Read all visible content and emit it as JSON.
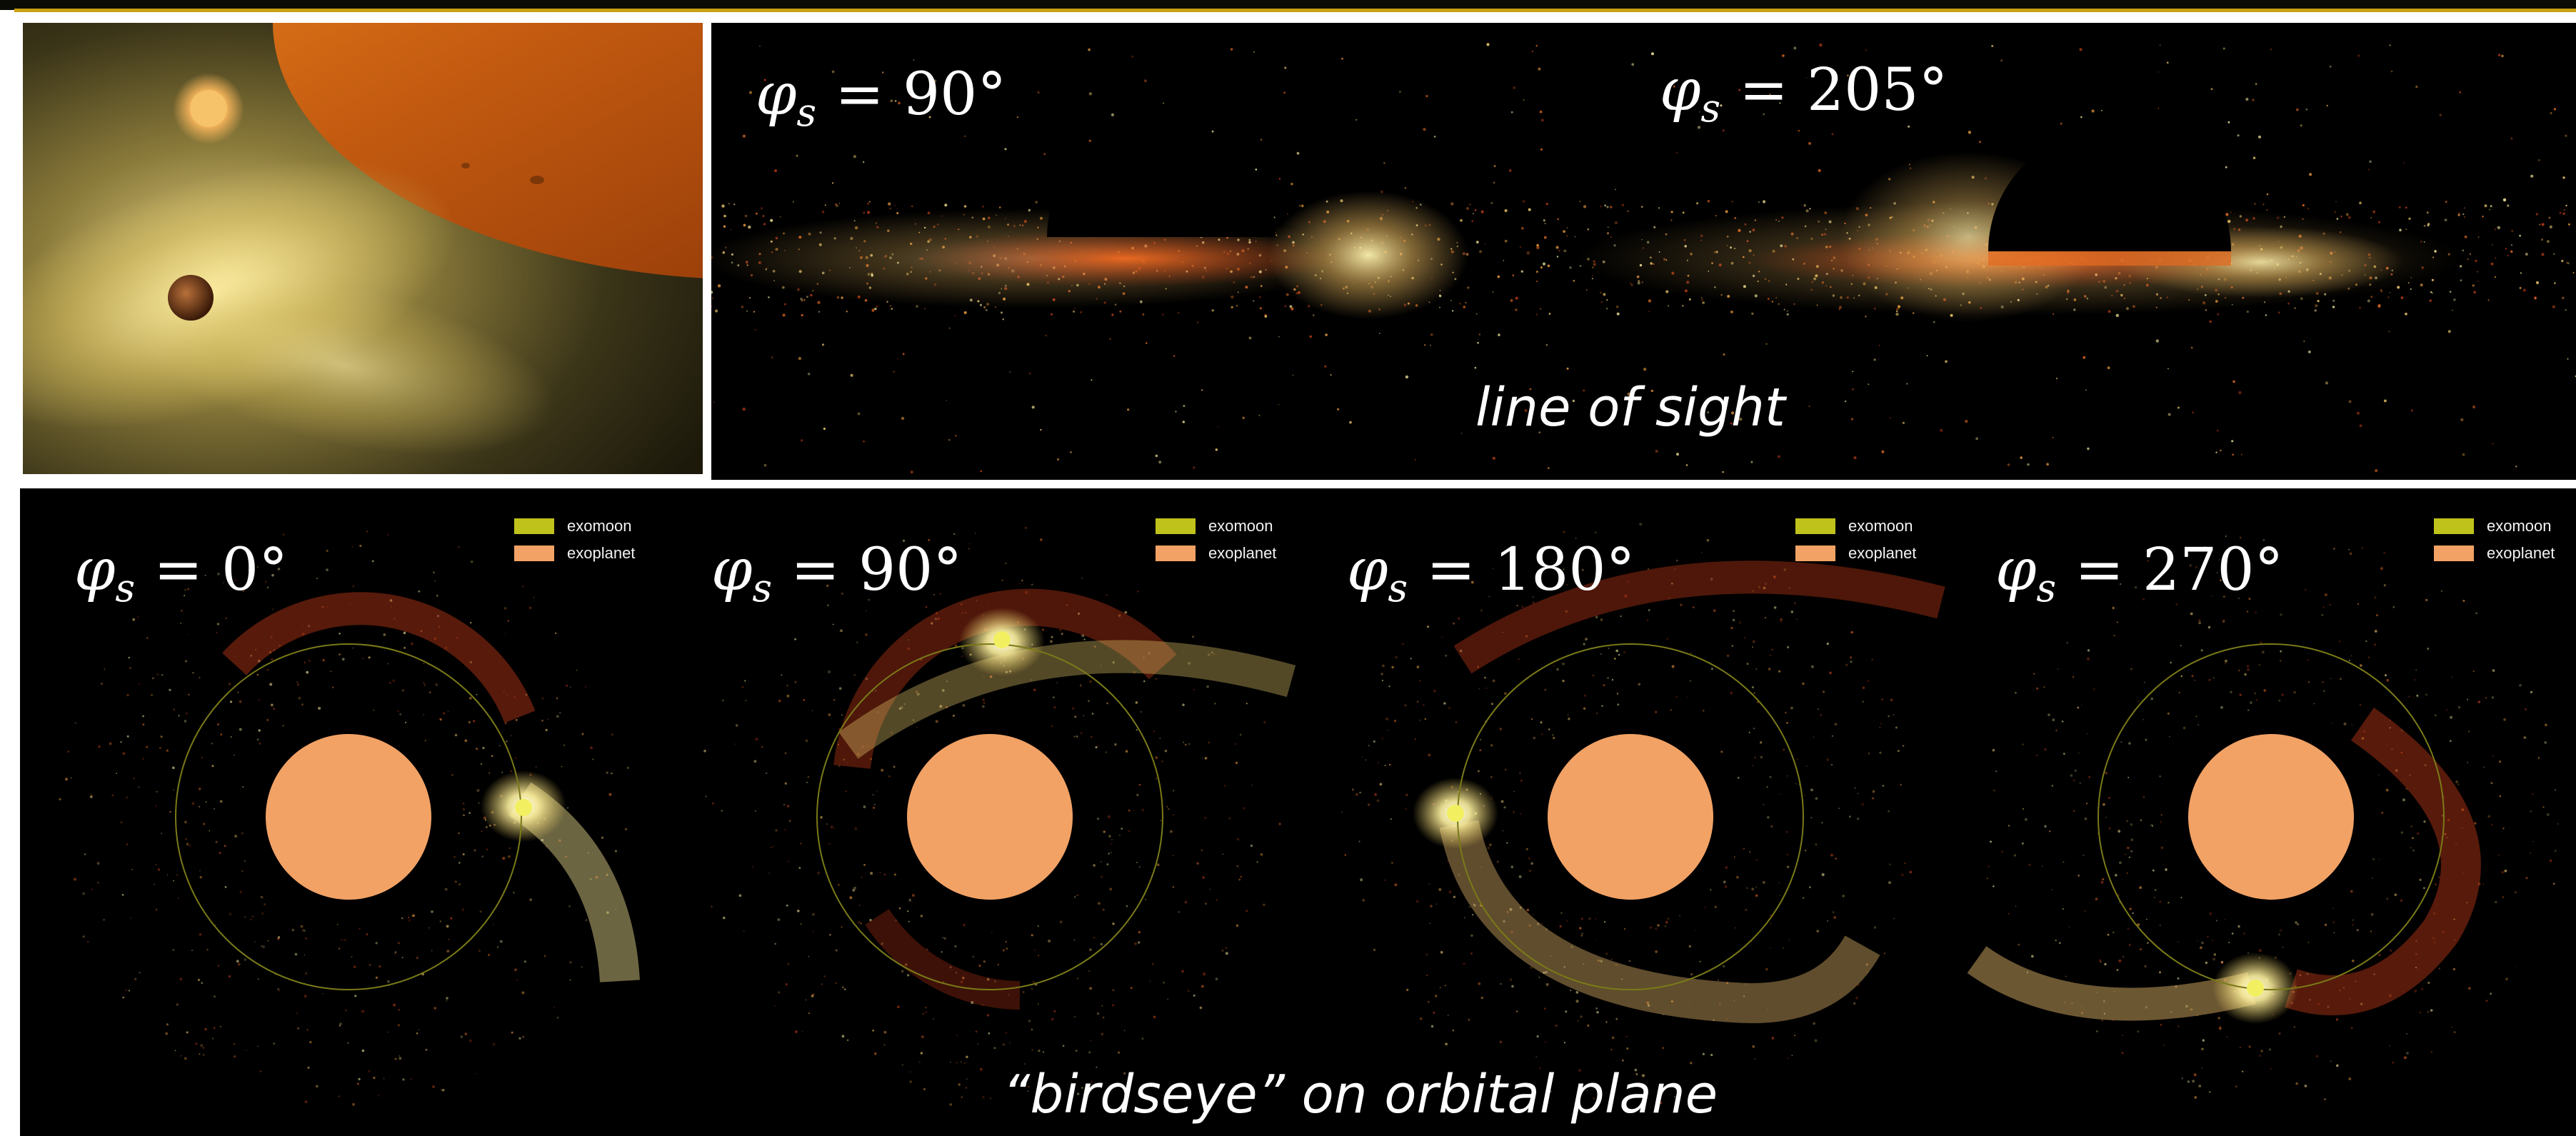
{
  "colors": {
    "exomoon": "#bfc21a",
    "exoplanet": "#f2a265",
    "background": "#000000",
    "gas_bright": "#fff4b0",
    "gas_orange": "#f08a30",
    "gas_red": "#b83a1a"
  },
  "top_row": {
    "illustration": {
      "moon_glow": "bright exomoon",
      "planet": "banded gas giant"
    },
    "line_of_sight": {
      "panels": [
        {
          "phi_label": "= 90°"
        },
        {
          "phi_label": "= 205°"
        }
      ],
      "caption": "line of sight"
    }
  },
  "bottom_row": {
    "panels": [
      {
        "phi_label": "= 0°"
      },
      {
        "phi_label": "= 90°"
      },
      {
        "phi_label": "= 180°"
      },
      {
        "phi_label": "= 270°"
      }
    ],
    "legend": {
      "exomoon_label": "exomoon",
      "exoplanet_label": "exoplanet"
    },
    "caption": "“birdseye” on orbital plane"
  },
  "phi_symbol": "φ",
  "phi_subscript": "s"
}
